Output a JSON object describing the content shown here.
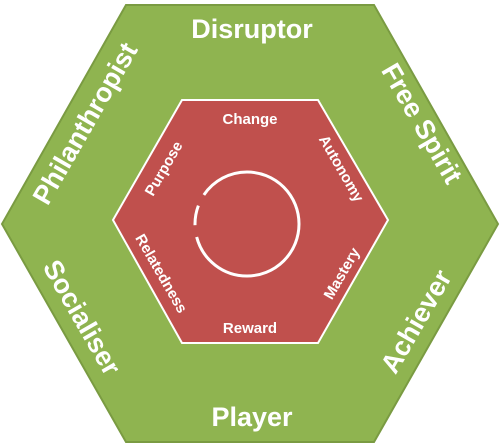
{
  "colors": {
    "outer_fill": "#8fb450",
    "outer_stroke": "#7a9b42",
    "inner_fill": "#c0504d",
    "inner_stroke": "#ffffff",
    "text": "#ffffff",
    "circle": "#ffffff"
  },
  "outer_types": {
    "top": "Disruptor",
    "upper_right": "Free Spirit",
    "lower_right": "Achiever",
    "bottom": "Player",
    "lower_left": "Socialiser",
    "upper_left": "Philanthropist"
  },
  "inner_motivations": {
    "top": "Change",
    "upper_right": "Autonomy",
    "lower_right": "Mastery",
    "bottom": "Reward",
    "lower_left": "Relatedness",
    "upper_left": "Purpose"
  },
  "center_icon": "dashed-circle-icon"
}
